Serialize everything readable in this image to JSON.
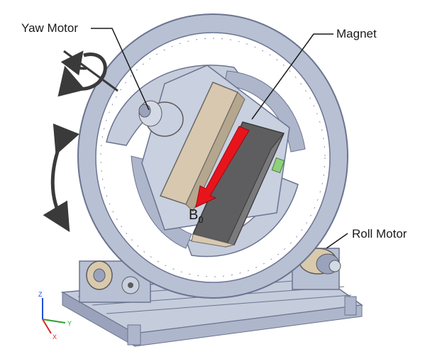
{
  "labels": {
    "yaw_motor": "Yaw Motor",
    "magnet": "Magnet",
    "roll_motor": "Roll Motor",
    "field_symbol": "B",
    "field_subscript": "0"
  },
  "axis_triad": {
    "z": "Z",
    "y": "Y",
    "x": "X"
  },
  "colors": {
    "frame_blue": "#b8c0d4",
    "frame_dark": "#7f88a3",
    "magnet_pole": "#d8c8b0",
    "magnet_dark": "#5e5e60",
    "field_arrow": "#e8141c",
    "motion_arrow": "#3a3a3a"
  }
}
